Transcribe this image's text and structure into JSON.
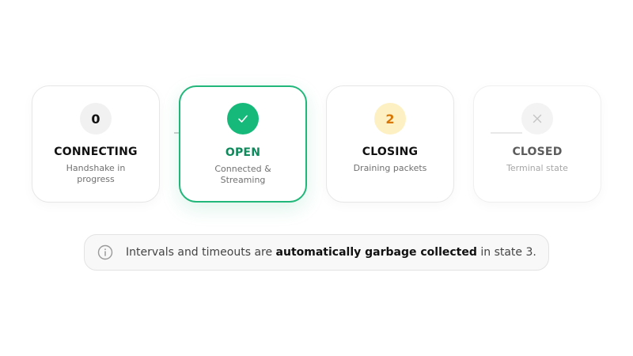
{
  "steps": [
    {
      "index": "0",
      "title": "CONNECTING",
      "description": "Handshake in progress",
      "state": "pending",
      "icon": "number-badge"
    },
    {
      "index": "1",
      "title": "OPEN",
      "description": "Connected & Streaming",
      "state": "active",
      "icon": "check-icon"
    },
    {
      "index": "2",
      "title": "CLOSING",
      "description": "Draining packets",
      "state": "upcoming",
      "icon": "number-badge"
    },
    {
      "index": "3",
      "title": "CLOSED",
      "description": "Terminal state",
      "state": "disabled",
      "icon": "x-icon"
    }
  ],
  "note": {
    "icon": "info-icon",
    "prefix": "Intervals and timeouts are ",
    "emphasis": "automatically garbage collected",
    "suffix": " in state 3."
  },
  "colors": {
    "active_border": "#22b77a",
    "active_badge": "#17b97a",
    "active_title": "#0f8a5c",
    "closing_badge_bg": "#fdf0c2",
    "closing_badge_text": "#d97706",
    "muted_text": "#707070"
  }
}
